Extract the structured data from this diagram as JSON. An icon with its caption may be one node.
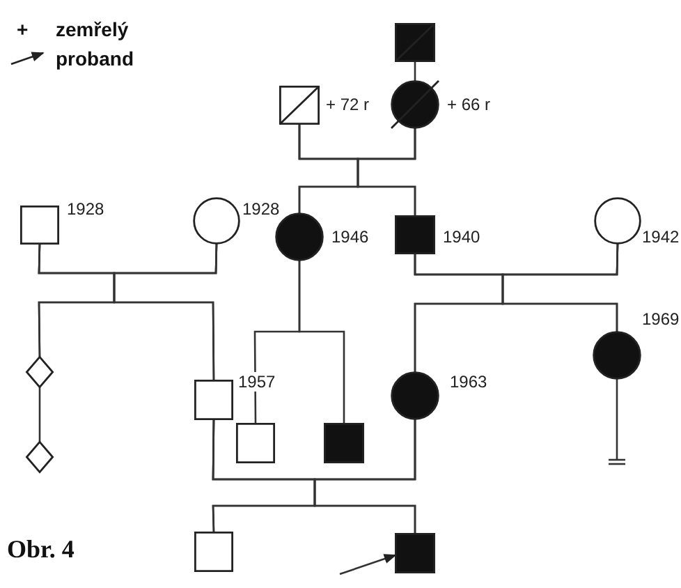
{
  "diagram": {
    "caption": "Obr. 4",
    "nodes": [
      {
        "text": [],
        "shape": "box"
      },
      {
        "text": [],
        "shape": "box",
        "beside": [
          "+ 72 r"
        ]
      },
      {
        "text": [],
        "shape": "circle",
        "beside": [
          "+ 66 r"
        ]
      },
      {
        "text": [],
        "shape": "box",
        "beside": [
          "1928"
        ]
      },
      {
        "text": [],
        "shape": "circle",
        "beside": [
          "1928"
        ]
      },
      {
        "text": [],
        "shape": "circle",
        "beside": [
          "1946"
        ]
      },
      {
        "text": [],
        "shape": "box",
        "beside": [
          "1940"
        ]
      },
      {
        "text": [],
        "shape": "circle",
        "beside": [
          "1942"
        ]
      },
      {
        "text": [],
        "shape": "diamond"
      },
      {
        "text": [],
        "shape": "diamond"
      },
      {
        "text": [],
        "shape": "box",
        "beside": [
          "1957"
        ]
      },
      {
        "text": [],
        "shape": "box"
      },
      {
        "text": [],
        "shape": "box"
      },
      {
        "text": [],
        "shape": "circle",
        "beside": [
          "1963"
        ]
      },
      {
        "text": [],
        "shape": "circle",
        "beside": [
          "1969"
        ]
      },
      {
        "text": [],
        "shape": "box"
      },
      {
        "text": [],
        "shape": "box"
      }
    ],
    "edges": [
      {
        "from": 0,
        "to": 2,
        "arrow": "none"
      },
      {
        "from": 1,
        "to": 2,
        "arrow": "none"
      },
      {
        "from": 1,
        "to": 5,
        "arrow": "none"
      },
      {
        "from": 2,
        "to": 5,
        "arrow": "none"
      },
      {
        "from": 1,
        "to": 6,
        "arrow": "none"
      },
      {
        "from": 2,
        "to": 6,
        "arrow": "none"
      },
      {
        "from": 3,
        "to": 4,
        "arrow": "none"
      },
      {
        "from": 3,
        "to": 8,
        "arrow": "none"
      },
      {
        "from": 4,
        "to": 8,
        "arrow": "none"
      },
      {
        "from": 3,
        "to": 10,
        "arrow": "none"
      },
      {
        "from": 4,
        "to": 10,
        "arrow": "none"
      },
      {
        "from": 8,
        "to": 9,
        "arrow": "none"
      },
      {
        "from": 5,
        "to": 11,
        "arrow": "none"
      },
      {
        "from": 5,
        "to": 12,
        "arrow": "none"
      },
      {
        "from": 6,
        "to": 7,
        "arrow": "none"
      },
      {
        "from": 6,
        "to": 13,
        "arrow": "none"
      },
      {
        "from": 7,
        "to": 13,
        "arrow": "none"
      },
      {
        "from": 6,
        "to": 14,
        "arrow": "none"
      },
      {
        "from": 7,
        "to": 14,
        "arrow": "none"
      },
      {
        "from": 10,
        "to": 13,
        "arrow": "none"
      },
      {
        "from": 10,
        "to": 15,
        "arrow": "none"
      },
      {
        "from": 13,
        "to": 15,
        "arrow": "none"
      },
      {
        "from": 10,
        "to": 16,
        "arrow": "none"
      },
      {
        "from": 13,
        "to": 16,
        "arrow": "none"
      },
      {
        "from": null,
        "to": 16,
        "arrow": "to"
      }
    ],
    "labels": [
      "+"
    ],
    "legend": [
      {
        "text": "zemřelý"
      },
      {
        "text": "proband"
      }
    ]
  }
}
